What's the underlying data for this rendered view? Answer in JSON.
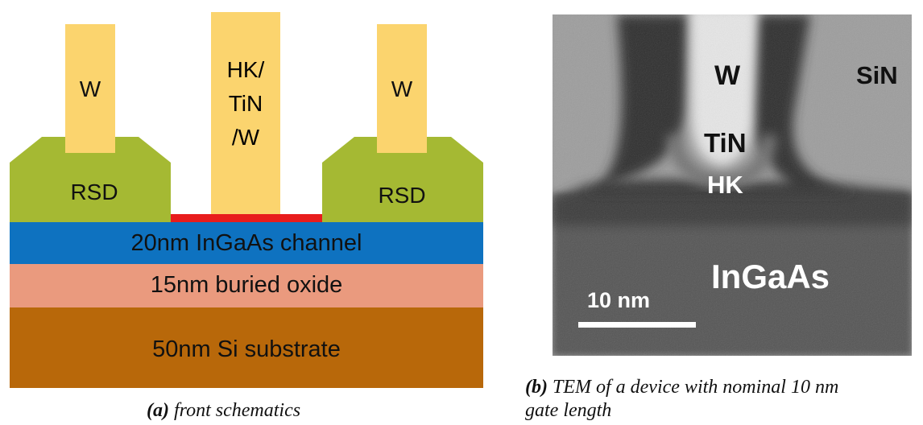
{
  "panel_a": {
    "layers": {
      "substrate": "50nm Si substrate",
      "buried_oxide": "15nm buried oxide",
      "channel": "20nm InGaAs channel"
    },
    "rsd_left": "RSD",
    "rsd_right": "RSD",
    "contact_left": "W",
    "contact_right": "W",
    "gate_lines": [
      "HK/",
      "TiN",
      "/W"
    ],
    "caption_letter": "(a)",
    "caption_text": "front schematics",
    "colors": {
      "substrate": "#b8680a",
      "buried_oxide": "#ea9a7e",
      "channel": "#0e72c0",
      "rsd": "#a5b933",
      "metal": "#fbd46e",
      "gate_dielectric": "#e81c1c"
    }
  },
  "panel_b": {
    "labels": {
      "w": "W",
      "sin": "SiN",
      "tin": "TiN",
      "hk": "HK",
      "ingaas": "InGaAs",
      "scale": "10 nm"
    },
    "caption_letter": "(b)",
    "caption_text_line1": "TEM of a device with nominal 10 nm",
    "caption_text_line2": "gate length"
  }
}
